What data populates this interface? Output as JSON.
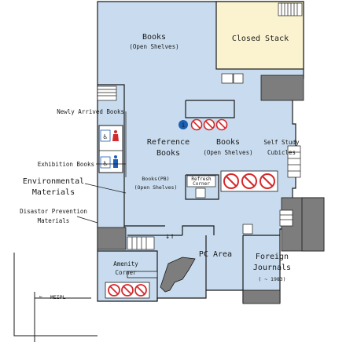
{
  "colors": {
    "floor": "#c9dcef",
    "closed_stack": "#fbf3cf",
    "wall": "#1a1a1a",
    "pillar": "#7d7d7d",
    "no_sign": "#d4292c",
    "accent_blue": "#1a5fb4",
    "exit_green": "#2a9d3a"
  },
  "rooms": {
    "books_open": {
      "title": "Books",
      "sub": "(Open Shelves)"
    },
    "closed_stack": {
      "title": "Closed Stack"
    },
    "reference": {
      "line1": "Reference",
      "line2": "Books"
    },
    "books_center": {
      "title": "Books",
      "sub": "(Open Shelves)"
    },
    "self_study": {
      "line1": "Self Study",
      "line2": "Cubicles"
    },
    "books_pb": {
      "line1": "Books(PB)",
      "line2": "(Open Shelves)"
    },
    "refresh_corner": {
      "line1": "Refresh",
      "line2": "Corner"
    },
    "pc_area": {
      "title": "PC Area"
    },
    "foreign_journals": {
      "line1": "Foreign",
      "line2": "Journals",
      "line3": "( ~ 1983)"
    },
    "amenity": {
      "line1": "Amenity",
      "line2": "Corner"
    }
  },
  "callouts": {
    "newly_arrived": "Newly Arrived Books",
    "exhibition": "Exhibition Books",
    "environmental_1": "Environmental",
    "environmental_2": "Materials",
    "disaster_1": "Disastor Prevention",
    "disaster_2": "Materials"
  },
  "exit_label": "MEIPL",
  "icons": {
    "info": "info-icon",
    "no_food": "no-food-icon",
    "no_drink": "no-drink-icon",
    "no_phone": "no-phone-icon",
    "restroom": "restroom-icon",
    "wheelchair": "wheelchair-icon",
    "stairs": "stairs-icon",
    "elevator": "elevator-icon",
    "exit_arrow": "exit-arrow-icon"
  }
}
